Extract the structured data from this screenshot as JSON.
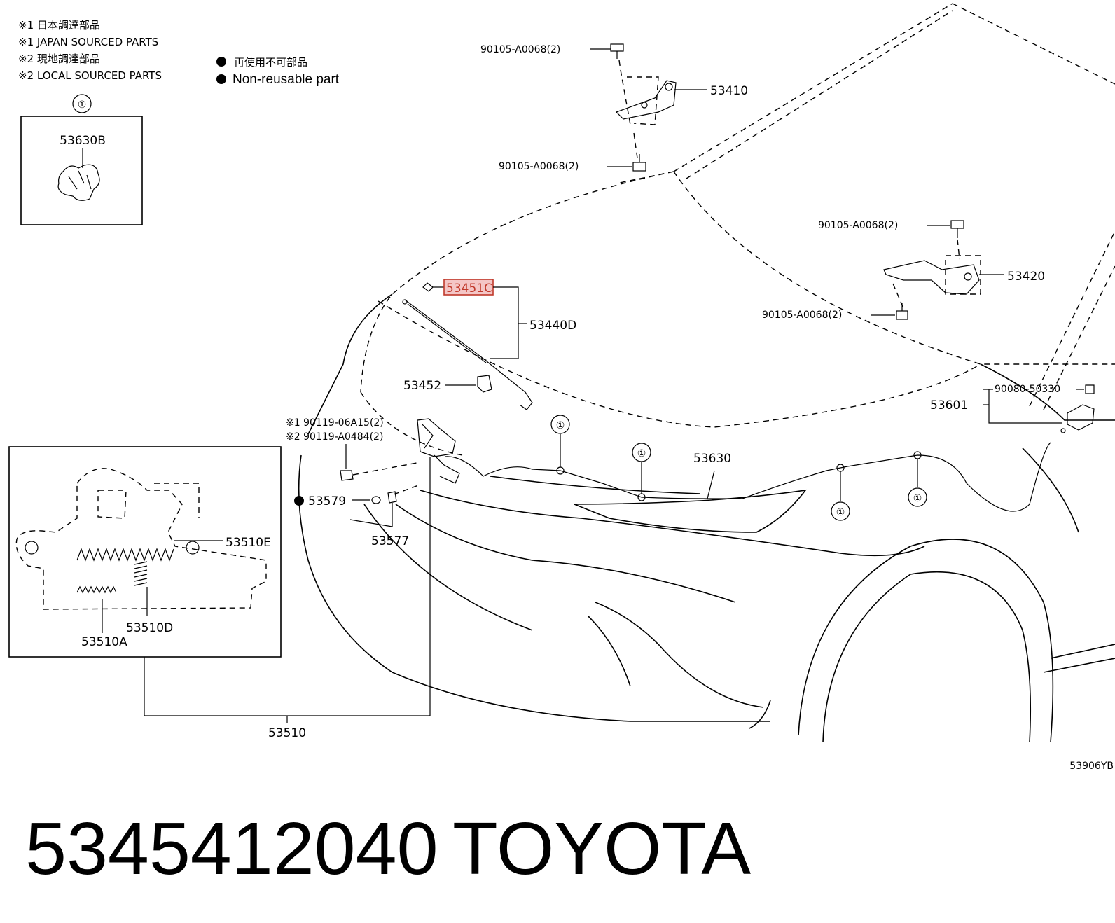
{
  "legend": {
    "l1_jp": "※1 日本調達部品",
    "l1_en": "※1 JAPAN SOURCED PARTS",
    "l2_jp": "※2 現地調達部品",
    "l2_en": "※2 LOCAL SOURCED PARTS",
    "nr_jp": "再使用不可部品",
    "nr_en": "Non-reusable part"
  },
  "callout_symbol": "①",
  "inset_top": {
    "part": "53630B"
  },
  "inset_left": {
    "p53510e": "53510E",
    "p53510d": "53510D",
    "p53510a": "53510A"
  },
  "parts": {
    "bolt_a": "90105-A0068(2)",
    "bolt_b": "90105-A0068(2)",
    "bolt_c": "90105-A0068(2)",
    "bolt_d": "90105-A0068(2)",
    "hinge_lh": "53410",
    "hinge_rh": "53420",
    "support_ret": "53451C",
    "support": "53440D",
    "clip": "53452",
    "lever": "53601",
    "screw": "90080-50330",
    "cable": "53630",
    "bolt_jp": "※1 90119-06A15(2)",
    "bolt_local": "※2 90119-A0484(2)",
    "cushion": "53579",
    "nut": "53577",
    "lock": "53510"
  },
  "illustration_code": "53906YB",
  "footer": {
    "part_number": "5345412040",
    "brand": "TOYOTA"
  }
}
